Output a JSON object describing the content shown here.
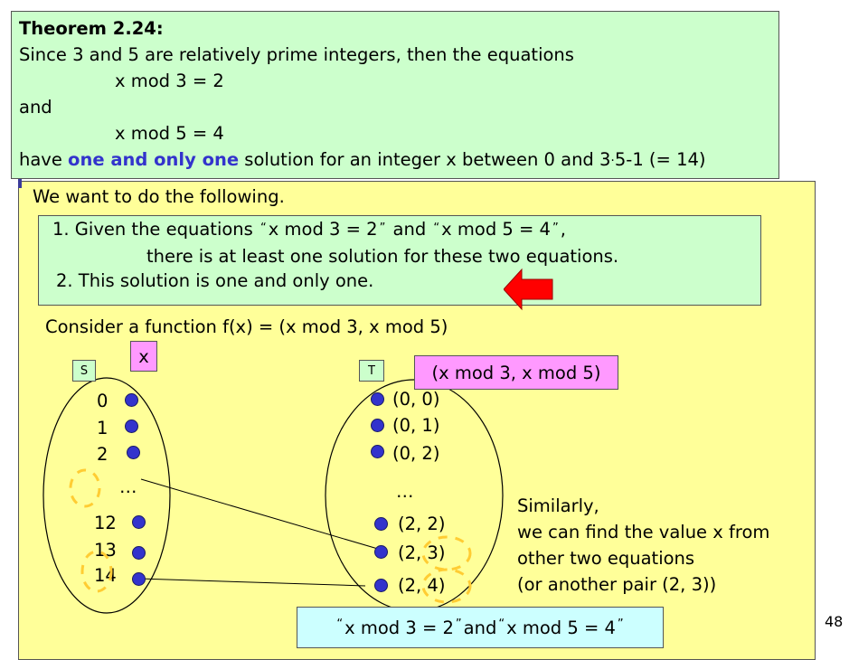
{
  "theorem": {
    "title": "Theorem 2.24:",
    "line1": "Since 3 and 5 are relatively prime integers, then the equations",
    "eq1": "x mod 3 = 2",
    "and_word": "and",
    "eq2": "x mod 5 = 4",
    "line_last_before": "have ",
    "line_last_emph": "one and only one",
    "line_last_mid": " solution for an integer x between 0 and 3",
    "line_last_dot": ".",
    "line_last_after": "5-1 (= 14)"
  },
  "notebook": {
    "intro": "We want to do the following.",
    "goal1_prefix": "1. Given the equations ",
    "goal1_eq1": "x mod 3 = 2",
    "goal1_and": " and ",
    "goal1_eq2": "x mod 5 = 4",
    "goal1_suffix": ",",
    "goal1_line2": "there is at least one solution for these two equations.",
    "goal2": "2. This solution is one and only one.",
    "function_def": "Consider a function f(x) = (x mod 3, x mod 5)"
  },
  "quote_open": "“",
  "quote_close": "”",
  "diagram": {
    "set_s_label": "S",
    "set_t_label": "T",
    "x_label": "x",
    "t_header": "(x mod 3, x mod 5)",
    "s_values": [
      "0",
      "1",
      "2",
      "12",
      "13",
      "14"
    ],
    "s_ellipsis": "…",
    "t_values": [
      "(0, 0)",
      "(0, 1)",
      "(0, 2)",
      "(2, 2)",
      "(2, 3)",
      "(2, 4)"
    ],
    "t_ellipsis": "…",
    "bottom_eq1": "x mod 3 = 2",
    "bottom_and": " and ",
    "bottom_eq2": "x mod 5 = 4"
  },
  "similarly": {
    "line1": "Similarly,",
    "line2": "we can find the value x from",
    "line3": "other two equations",
    "line4": "(or another pair (2, 3))"
  },
  "slide_number": "48",
  "colors": {
    "theorem_bg": "#ccffcc",
    "notebook_bg": "#ffff99",
    "emphasis_blue": "#3333cc",
    "dot_blue": "#3333cc",
    "arrow_red": "#ff0000",
    "highlight_dash": "#ffcc33",
    "header_pink": "#ff99ff",
    "bottom_cyan": "#ccffff"
  }
}
